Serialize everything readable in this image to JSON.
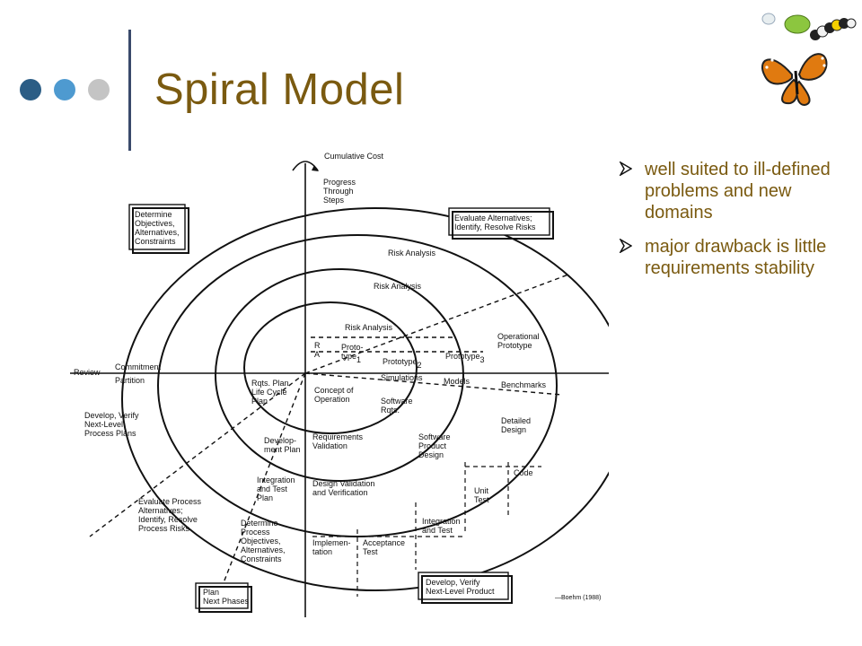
{
  "title": "Spiral Model",
  "bullets": [
    "well suited to ill-defined problems and new domains",
    "major drawback is little requirements stability"
  ],
  "colors": {
    "title": "#7a5a10",
    "dot1": "#2b5d85",
    "dot2": "#4e9ad0",
    "dot3": "#c4c4c4",
    "bar": "#3a4a6b"
  },
  "icons": [
    "bullet-arrow-icon",
    "butterfly-icon",
    "caterpillar-icon",
    "egg-icon"
  ],
  "diagram": {
    "cumulative_cost": "Cumulative Cost",
    "progress": [
      "Progress",
      "Through",
      "Steps"
    ],
    "box_determine": [
      "Determine",
      "Objectives,",
      "Alternatives,",
      "Constraints"
    ],
    "box_evaluate": [
      "Evaluate Alternatives;",
      "Identify, Resolve Risks"
    ],
    "risk_analysis": "Risk Analysis",
    "operational_prototype": [
      "Operational",
      "Prototype"
    ],
    "prototype3": "Prototype",
    "prototype3_sub": "3",
    "prototype2": "Prototype",
    "prototype2_sub": "2",
    "prototype1": [
      "Proto-",
      "type"
    ],
    "prototype1_sub": "1",
    "ra": [
      "R",
      "A"
    ],
    "review": "Review",
    "commitment": "Commitment",
    "partition": "Partition",
    "simulations": "Simulations",
    "models": "Models",
    "benchmarks": "Benchmarks",
    "rqts_plan": [
      "Rqts. Plan",
      "Life Cycle",
      "Plan"
    ],
    "concept": [
      "Concept of",
      "Operation"
    ],
    "software_rqts": [
      "Software",
      "Rqts."
    ],
    "detailed_design": [
      "Detailed",
      "Design"
    ],
    "develop_verify_next_level": [
      "Develop, Verify",
      "Next-Level",
      "Process Plans"
    ],
    "development_plan": [
      "Develop-",
      "ment Plan"
    ],
    "requirements_validation": [
      "Requirements",
      "Validation"
    ],
    "software_product_design": [
      "Software",
      "Product",
      "Design"
    ],
    "code": "Code",
    "integration_test_plan": [
      "Integration",
      "and Test",
      "Plan"
    ],
    "design_validation": [
      "Design Validation",
      "and Verification"
    ],
    "unit_test": [
      "Unit",
      "Test"
    ],
    "evaluate_process": [
      "Evaluate Process",
      "Alternatives;",
      "Identify, Resolve",
      "Process Risks"
    ],
    "determine_process": [
      "Determine",
      "Process",
      "Objectives,",
      "Alternatives,",
      "Constraints"
    ],
    "integration_and_test": [
      "Integration",
      "and Test"
    ],
    "implementation": [
      "Implemen-",
      "tation"
    ],
    "acceptance_test": [
      "Acceptance",
      "Test"
    ],
    "plan_next_phases": [
      "Plan",
      "Next Phases"
    ],
    "develop_verify_product": [
      "Develop, Verify",
      "Next-Level Product"
    ],
    "boehm": "—Boehm (1988)"
  }
}
